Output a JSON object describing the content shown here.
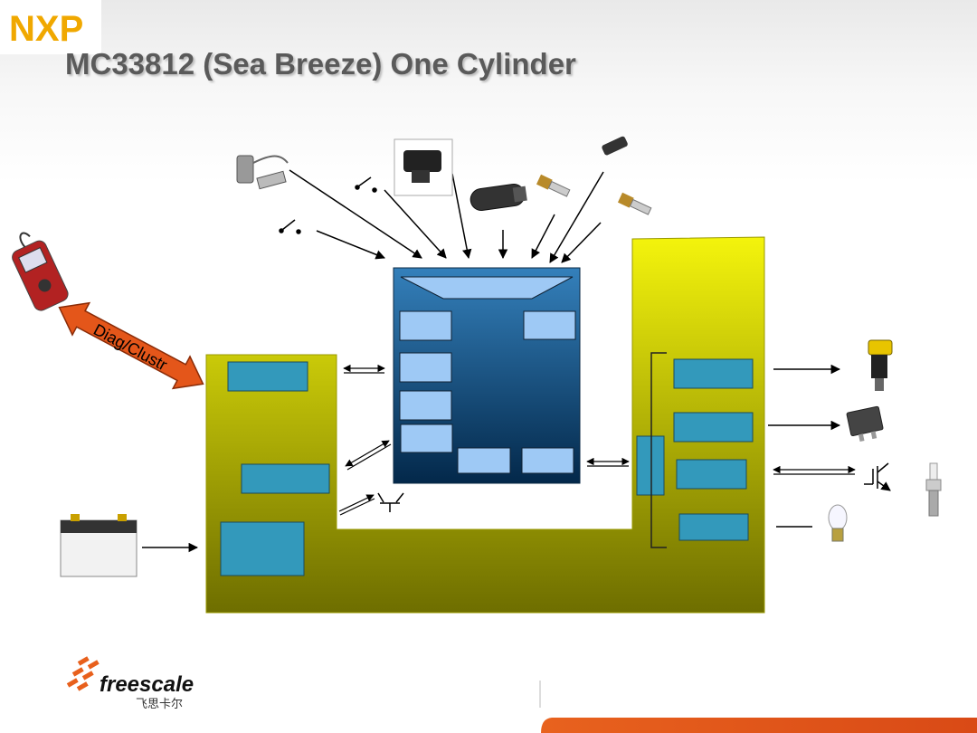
{
  "title": "MC33812 (Sea Breeze) One Cylinder",
  "diag_label": "Diag/Clustr",
  "logos": {
    "nxp": "NXP",
    "freescale": "freescale",
    "freescale_cn": "飞思卡尔"
  },
  "colors": {
    "yellow_top": "#f2f20a",
    "yellow_bottom": "#6e6e00",
    "mcu_top": "#2f79b4",
    "mcu_bottom": "#02274a",
    "block": "#3399bb",
    "mcu_block": "#9ec9f5",
    "diag_arrow": "#e4561a",
    "nxp_orange": "#f0a800",
    "nxp_green": "#9fc31e",
    "footer_orange": "#e5541b"
  }
}
